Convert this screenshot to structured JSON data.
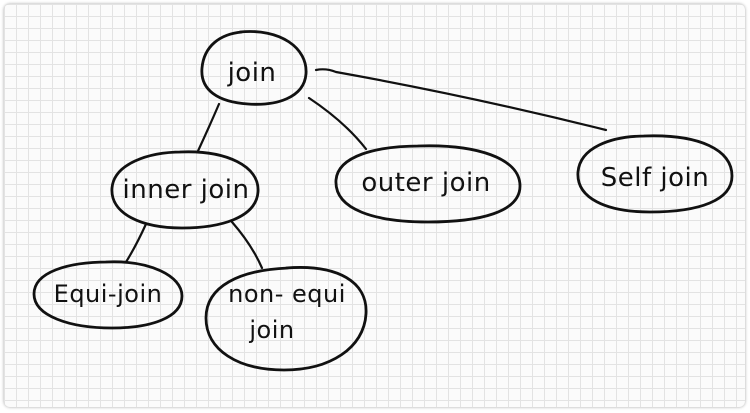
{
  "diagram": {
    "nodes": {
      "join": {
        "label": "join"
      },
      "inner_join": {
        "label": "inner join"
      },
      "outer_join": {
        "label": "outer join"
      },
      "self_join": {
        "label": "Self join"
      },
      "equi_join": {
        "label": "Equi-join"
      },
      "non_equi_join": {
        "line1": "non- equi",
        "line2": "join"
      }
    },
    "edges": [
      {
        "from": "join",
        "to": "inner_join"
      },
      {
        "from": "join",
        "to": "outer_join"
      },
      {
        "from": "join",
        "to": "self_join"
      },
      {
        "from": "inner_join",
        "to": "equi_join"
      },
      {
        "from": "inner_join",
        "to": "non_equi_join"
      }
    ],
    "colors": {
      "ink": "#111111",
      "grid": "#e3e3e3",
      "paper": "#fbfbfb"
    }
  }
}
